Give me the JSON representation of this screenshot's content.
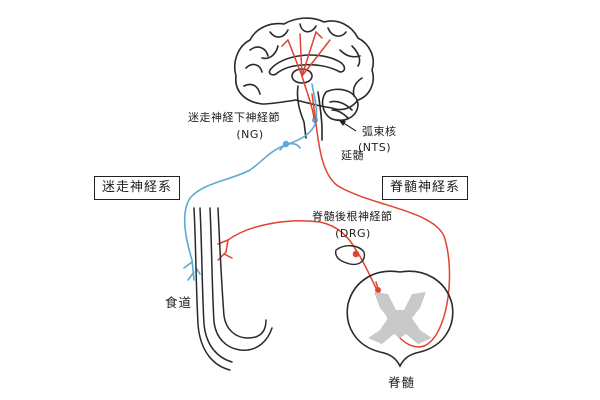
{
  "colors": {
    "vagal": "#5aabd6",
    "spinal": "#e0432f",
    "outline": "#2a2a2a",
    "gray_matter": "#c9c9c9"
  },
  "labels": {
    "ng_name": "迷走神経下神経節",
    "ng_abbr": "(NG)",
    "nts_name": "弧束核",
    "nts_abbr": "(NTS)",
    "medulla": "延髄",
    "vagal_system": "迷走神経系",
    "spinal_system": "脊髄神経系",
    "drg_name": "脊髄後根神経節",
    "drg_abbr": "(DRG)",
    "esophagus": "食道",
    "spinal_cord": "脊髄"
  }
}
